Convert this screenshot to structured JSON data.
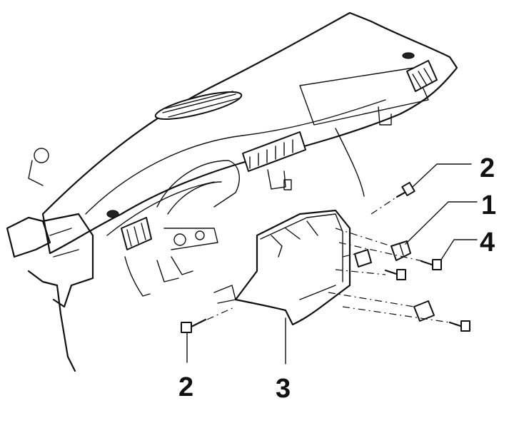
{
  "callouts": {
    "c2_top": "2",
    "c1": "1",
    "c4": "4",
    "c2_bottom": "2",
    "c3": "3"
  },
  "colors": {
    "line": "#111111",
    "background": "#ffffff"
  }
}
